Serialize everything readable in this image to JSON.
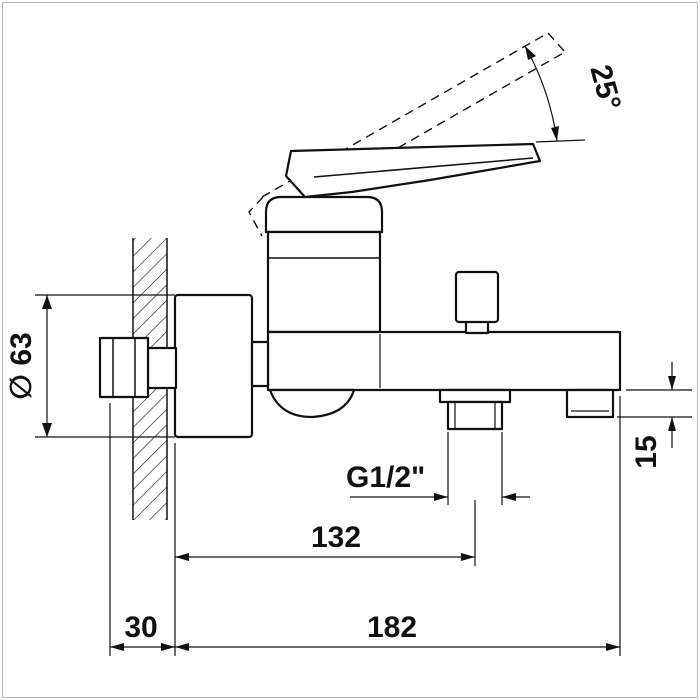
{
  "drawing": {
    "kind": "bath-shower-mixer-installation-drawing",
    "dimension_labels": {
      "handle_angle": "25°",
      "diameter": "∅ 63",
      "thread": "G1/2\"",
      "height_15": "15",
      "length_132": "132",
      "length_30": "30",
      "length_182": "182"
    },
    "colors": {
      "line": "#111111",
      "background": "#ffffff",
      "frame": "#b6b6b6"
    }
  }
}
